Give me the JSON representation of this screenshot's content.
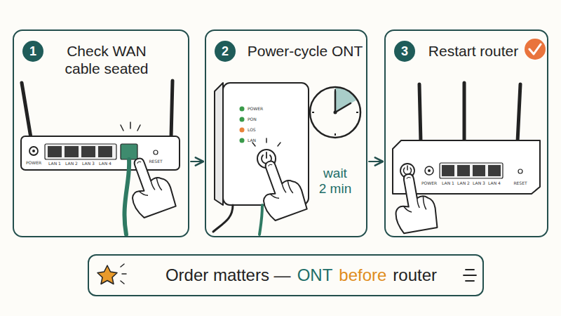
{
  "diagram": {
    "nodes": [
      {
        "text": [
          "Check WAN cable seated"
        ]
      },
      {
        "text": [
          "1"
        ],
        "in": 0
      },
      {
        "text": [
          "Power-cycle ONT"
        ]
      },
      {
        "text": [
          "2"
        ],
        "in": 2
      },
      {
        "text": [
          "Restart router"
        ]
      },
      {
        "text": [
          "3"
        ],
        "in": 4
      },
      {
        "text": [
          "Order matters —",
          "ONT",
          "before",
          "router"
        ]
      }
    ],
    "edges": [
      {
        "from": 0,
        "to": 2,
        "arrow": "to"
      },
      {
        "from": 2,
        "to": 4,
        "arrow": "to"
      }
    ],
    "labels": [
      "POWER",
      "LAN 1",
      "LAN 2",
      "LAN 3",
      "LAN 4",
      "RESET",
      "POWER",
      "PON",
      "LOS",
      "LAN",
      "wait",
      "2 min",
      "POWER",
      "LAN 1",
      "LAN 2",
      "LAN 3",
      "LAN 4",
      "RESET"
    ]
  }
}
